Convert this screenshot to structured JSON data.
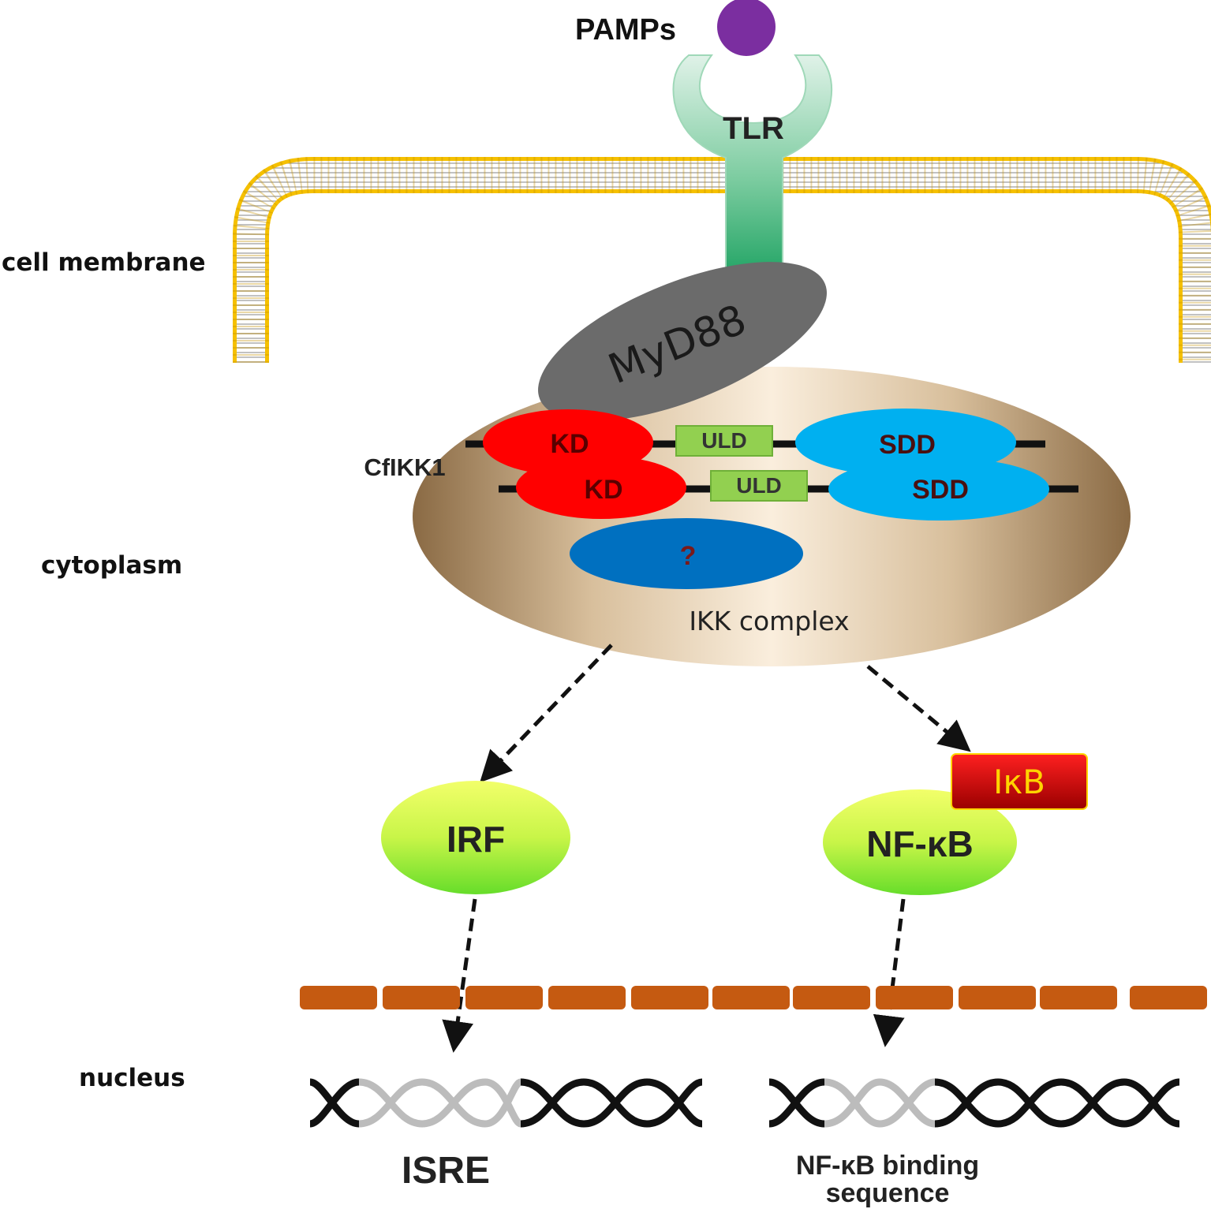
{
  "labels": {
    "pamps": "PAMPs",
    "tlr": "TLR",
    "myd88": "MyD88",
    "cfikk1": "CfIKK1",
    "kd_top": "KD",
    "kd_bottom": "KD",
    "uld_top": "ULD",
    "uld_bottom": "ULD",
    "sdd_top": "SDD",
    "sdd_bottom": "SDD",
    "unknown": "?",
    "ikk_complex": "IKK complex",
    "irf": "IRF",
    "nfkb": "NF-κB",
    "ikb": "IκB",
    "isre": "ISRE",
    "nfkb_binding_line1": "NF-κB binding",
    "nfkb_binding_line2": "sequence"
  },
  "regions": {
    "cell_membrane": "cell membrane",
    "cytoplasm": "cytoplasm",
    "nucleus": "nucleus"
  },
  "colors": {
    "pamp": "#7b2ea0",
    "tlr": "#3fb77f",
    "myd88": "#6b6b6b",
    "kd": "#ff0000",
    "uld": "#92d050",
    "sdd": "#00b0f0",
    "unknown": "#0070c0",
    "ikk_body": "#d9c2a0",
    "irf": "#c8f060",
    "ikb": "#e81010",
    "nuclear_envelope": "#c55a11",
    "membrane_head": "#f5c000"
  }
}
